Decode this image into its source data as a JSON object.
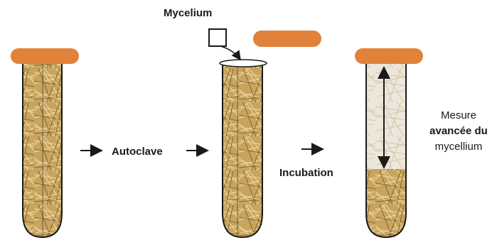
{
  "labels": {
    "mycelium": "Mycelium",
    "autoclave": "Autoclave",
    "incubation": "Incubation",
    "measure": [
      "Mesure",
      "avancée du",
      "mycellium"
    ]
  },
  "colors": {
    "cap": "#e0823a",
    "straw_dark": "#b28a45",
    "straw_light": "#d9be82",
    "colonized": "#ece6da",
    "outline": "#1a1a1a"
  },
  "icons": {
    "arrow": "right-arrow-icon",
    "inoculum": "square-icon",
    "measure": "double-arrow-icon"
  }
}
